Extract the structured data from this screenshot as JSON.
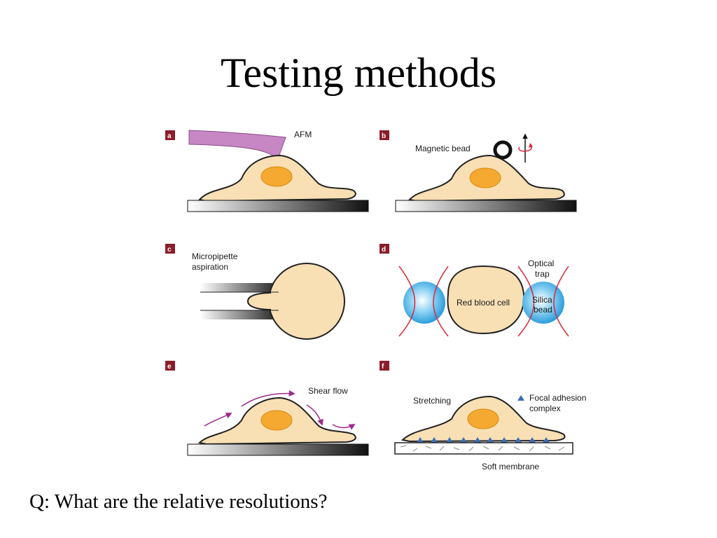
{
  "slide": {
    "title": "Testing methods",
    "question": "Q:  What are the relative resolutions?"
  },
  "figure": {
    "panels": [
      {
        "id": "a",
        "labels": [
          "AFM"
        ]
      },
      {
        "id": "b",
        "labels": [
          "Magnetic bead"
        ]
      },
      {
        "id": "c",
        "labels": [
          "Micropipette",
          "aspiration"
        ]
      },
      {
        "id": "d",
        "labels": [
          "Optical",
          "trap",
          "Red blood cell",
          "Silica",
          "bead"
        ]
      },
      {
        "id": "e",
        "labels": [
          "Shear flow"
        ]
      },
      {
        "id": "f",
        "labels": [
          "Stretching",
          "Focal adhesion",
          "complex",
          "Soft membrane"
        ]
      }
    ]
  },
  "colors": {
    "cell_fill": "#f8dfb4",
    "nucleus_fill": "#f5a930",
    "badge": "#8c1d2b",
    "afm_tip": "#c786c4",
    "bead_blue": "#1ea7e0",
    "trap_red": "#d9283a",
    "flow_arrow": "#9c2a8a",
    "adhesion_blue": "#3c6fb8"
  }
}
